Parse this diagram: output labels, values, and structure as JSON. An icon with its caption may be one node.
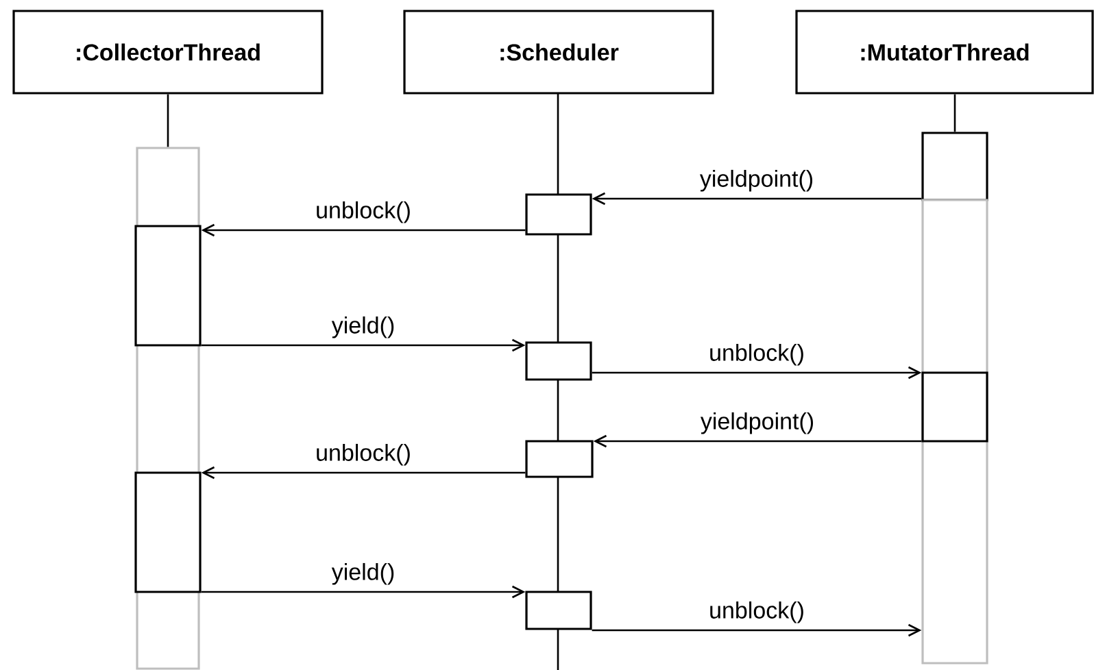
{
  "diagram": {
    "nodes": [
      {
        "text": [
          ":CollectorThread"
        ]
      },
      {
        "text": [
          ":Scheduler"
        ]
      },
      {
        "text": [
          ":MutatorThread"
        ]
      },
      {
        "text": [],
        "shape": "bar"
      },
      {
        "text": [],
        "shape": "box"
      },
      {
        "text": [],
        "shape": "bar"
      },
      {
        "text": [],
        "shape": "box"
      },
      {
        "text": [],
        "shape": "box",
        "in": 3
      },
      {
        "text": [],
        "shape": "box"
      },
      {
        "text": [],
        "shape": "box",
        "in": 5
      },
      {
        "text": [],
        "shape": "box"
      },
      {
        "text": [],
        "shape": "box",
        "in": 3
      },
      {
        "text": [],
        "shape": "box"
      }
    ],
    "edges": [
      {
        "from": 0,
        "to": 3,
        "arrow": "none"
      },
      {
        "from": 2,
        "to": 4,
        "arrow": "none"
      },
      {
        "from": 4,
        "to": 6,
        "arrow": "to",
        "label": "yieldpoint()"
      },
      {
        "from": 6,
        "to": 7,
        "arrow": "to",
        "label": "unblock()"
      },
      {
        "from": 7,
        "to": 8,
        "arrow": "to",
        "label": "yield()"
      },
      {
        "from": 8,
        "to": 9,
        "arrow": "to",
        "label": "unblock()"
      },
      {
        "from": 9,
        "to": 10,
        "arrow": "to",
        "label": "yieldpoint()"
      },
      {
        "from": 10,
        "to": 11,
        "arrow": "to",
        "label": "unblock()"
      },
      {
        "from": 11,
        "to": 12,
        "arrow": "to",
        "label": "yield()"
      },
      {
        "from": 12,
        "to": 5,
        "arrow": "to",
        "label": "unblock()"
      }
    ]
  }
}
